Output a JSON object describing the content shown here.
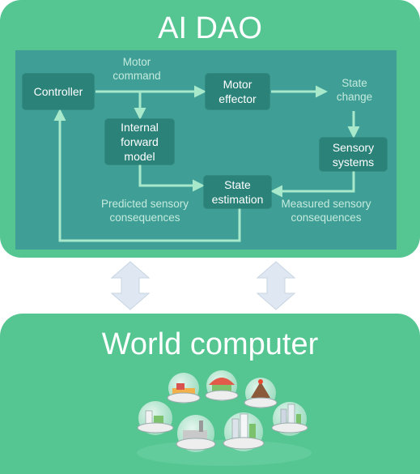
{
  "ai_dao": {
    "title": "AI DAO",
    "nodes": {
      "controller": "Controller",
      "motor_effector": "Motor\neffector",
      "internal_forward_model": "Internal\nforward\nmodel",
      "sensory_systems": "Sensory\nsystems",
      "state_estimation": "State\nestimation"
    },
    "labels": {
      "motor_command": "Motor\ncommand",
      "state_change": "State\nchange",
      "predicted": "Predicted  sensory\nconsequences",
      "measured": "Measured sensory\nconsequences"
    }
  },
  "world": {
    "title": "World computer"
  },
  "colors": {
    "panel_green": "#55c692",
    "diagram_teal": "#3f9e96",
    "node_dark_teal": "#2a8279",
    "arrow_green": "#a8e8cb",
    "exchange_arrow": "#dfe8f2"
  }
}
